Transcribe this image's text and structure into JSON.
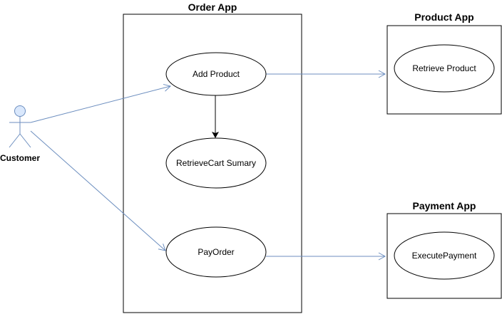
{
  "actor": {
    "label": "Customer"
  },
  "systems": {
    "order": {
      "title": "Order App"
    },
    "product": {
      "title": "Product App"
    },
    "payment": {
      "title": "Payment App"
    }
  },
  "use_cases": {
    "add_product": "Add Product",
    "retrieve_cart": "RetrieveCart Sumary",
    "pay_order": "PayOrder",
    "retrieve_product": "Retrieve Product",
    "execute_payment": "ExecutePayment"
  },
  "colors": {
    "stroke": "#000000",
    "actor_fill": "#dae8fc",
    "actor_stroke": "#6c8ebf",
    "association": "#6c8ebf"
  }
}
